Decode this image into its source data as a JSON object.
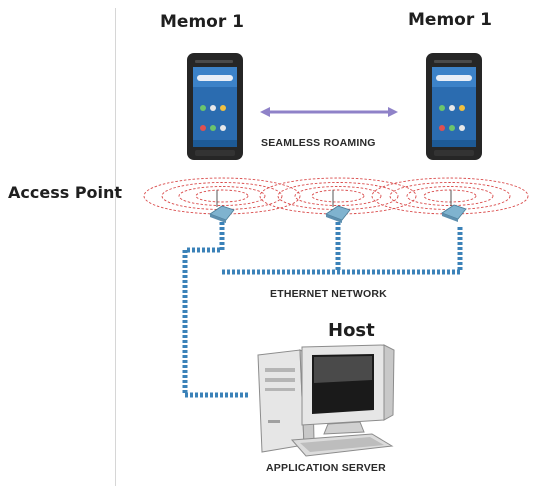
{
  "devices": {
    "left_label": "Memor 1",
    "right_label": "Memor 1"
  },
  "roaming_label": "SEAMLESS ROAMING",
  "access_point_label": "Access Point",
  "network_label": "ETHERNET NETWORK",
  "host_label": "Host",
  "server_label": "APPLICATION SERVER",
  "colors": {
    "cable": "#3b82b8",
    "wave": "#d94a4a",
    "arrow": "#8f82c8",
    "phone_body": "#262626",
    "phone_screen": "#2b6cb0"
  },
  "icons": [
    "smartphone-icon",
    "double-arrow-icon",
    "wifi-signal-icon",
    "access-point-icon",
    "network-cable-icon",
    "server-computer-icon"
  ]
}
